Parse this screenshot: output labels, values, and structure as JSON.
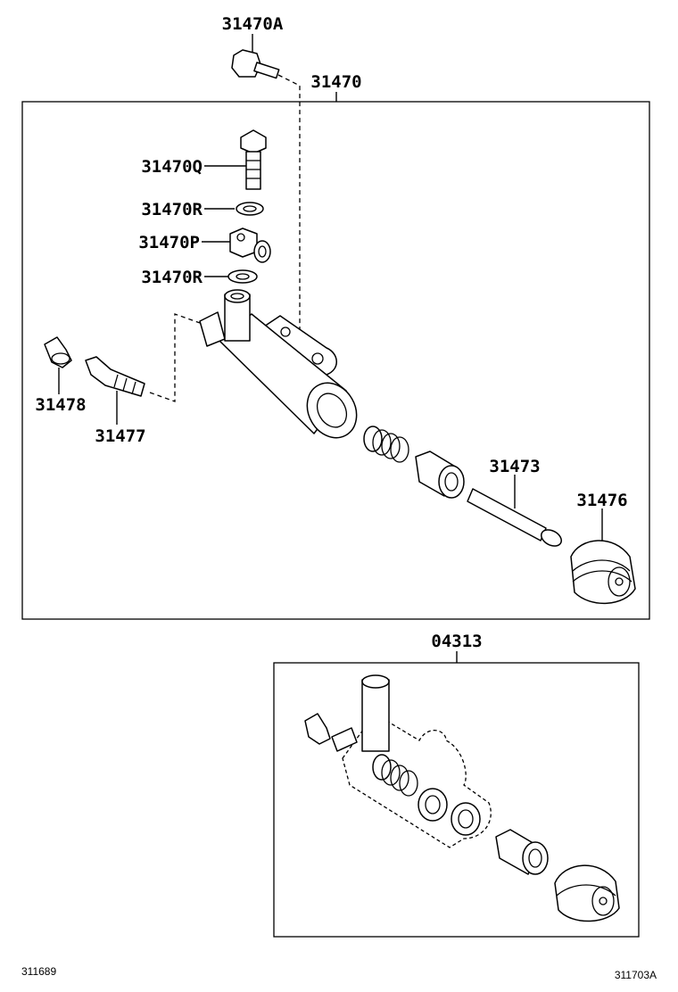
{
  "labels": {
    "p31470A": "31470A",
    "p31470": "31470",
    "p31470Q": "31470Q",
    "p31470R_upper": "31470R",
    "p31470P": "31470P",
    "p31470R_lower": "31470R",
    "p31478": "31478",
    "p31477": "31477",
    "p31473": "31473",
    "p31476": "31476",
    "p04313": "04313"
  },
  "footer": {
    "left_code": "311689",
    "right_code": "311703A"
  },
  "colors": {
    "line": "#000000",
    "background": "#ffffff"
  }
}
